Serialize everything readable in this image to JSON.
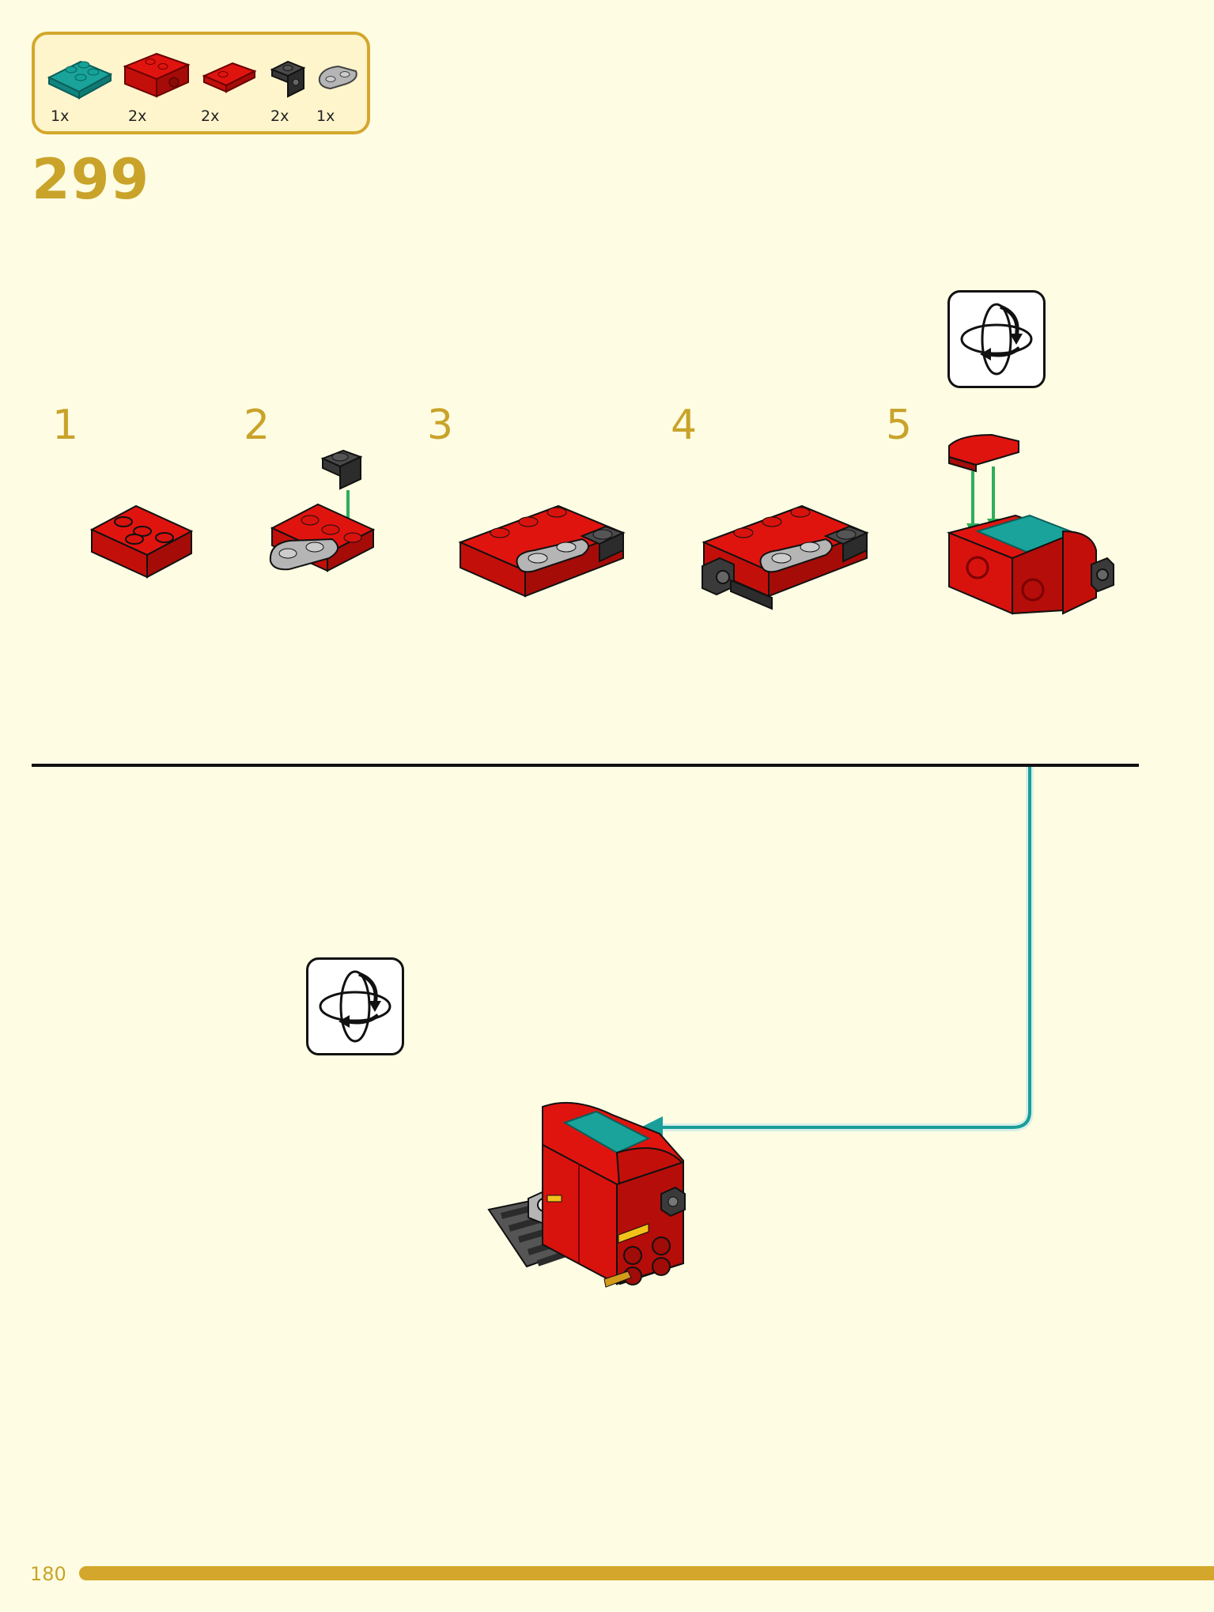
{
  "parts_list": [
    {
      "name": "teal-inverted-slope-part",
      "qty": "1x",
      "color": "#1aa39a"
    },
    {
      "name": "red-bracket-brick-part",
      "qty": "2x",
      "color": "#e0140f"
    },
    {
      "name": "red-slope-plate-part",
      "qty": "2x",
      "color": "#e0140f"
    },
    {
      "name": "dark-grey-bracket-part",
      "qty": "2x",
      "color": "#3d3d3d"
    },
    {
      "name": "light-grey-round-plate-part",
      "qty": "1x",
      "color": "#a6a6a6"
    }
  ],
  "step_number": "299",
  "substeps": [
    {
      "number": "1"
    },
    {
      "number": "2"
    },
    {
      "number": "3"
    },
    {
      "number": "4"
    },
    {
      "number": "5"
    }
  ],
  "page_number": "180",
  "colors": {
    "background": "#fefde3",
    "accent_gold": "#c9a32a",
    "brick_red": "#e0140f",
    "teal": "#1aa39a",
    "arrow_green": "#2fae5a",
    "callout_line": "#1a9e99"
  },
  "icons": [
    "rotate-model-icon",
    "rotate-model-icon"
  ]
}
